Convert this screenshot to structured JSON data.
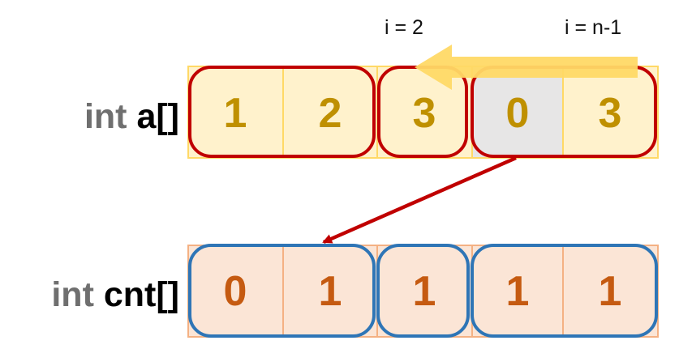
{
  "labels": {
    "a_prefix": "int",
    "a_name": "a[]",
    "cnt_prefix": "int",
    "cnt_name": "cnt[]",
    "index_start": "i = 2",
    "index_end": "i = n-1"
  },
  "arrays": {
    "a": {
      "values": [
        "1",
        "2",
        "3",
        "0",
        "3"
      ],
      "highlighted_index": 3
    },
    "cnt": {
      "values": [
        "0",
        "1",
        "1",
        "1",
        "1"
      ]
    }
  },
  "colors": {
    "a_fill": "#fff2cc",
    "a_highlight": "#e7e6e6",
    "a_grid": "#ffd966",
    "a_text": "#bf9000",
    "a_group_border": "#c00000",
    "cnt_fill": "#fbe5d6",
    "cnt_grid": "#f4b183",
    "cnt_text": "#c55a11",
    "cnt_group_border": "#2e75b6",
    "direction_arrow": "#ffd966",
    "link_arrow": "#c00000"
  }
}
